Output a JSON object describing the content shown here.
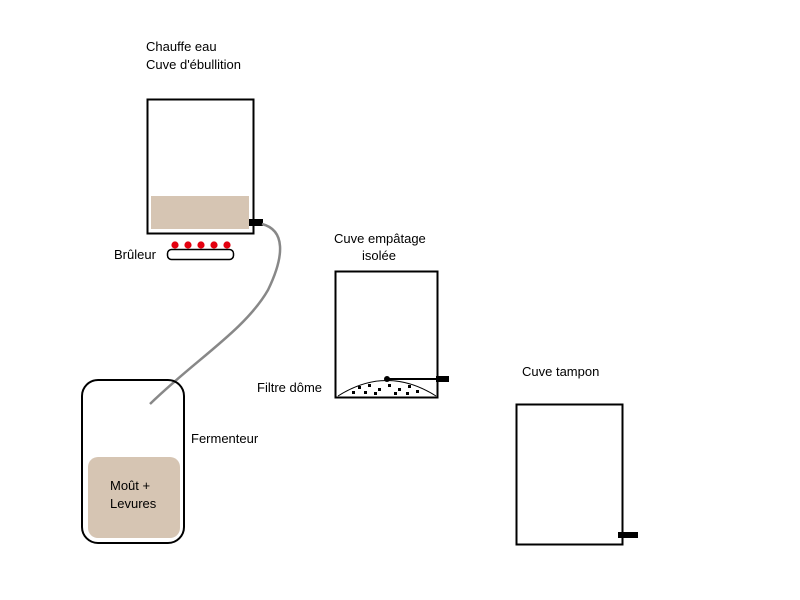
{
  "labels": {
    "boil_kettle_line1": "Chauffe eau",
    "boil_kettle_line2": "Cuve d'ébullition",
    "burner": "Brûleur",
    "mash_tun_line1": "Cuve empâtage",
    "mash_tun_line2": "isolée",
    "dome_filter": "Filtre dôme",
    "buffer_tank": "Cuve tampon",
    "fermenter": "Fermenteur",
    "wort_line1": "Moût +",
    "wort_line2": "Levures"
  },
  "colors": {
    "liquid": "#d6c5b3",
    "flame": "#e4000f",
    "hose": "#888888",
    "outline": "#000000"
  },
  "icons": {
    "burner": "burner-with-flames",
    "filter": "dome-filter",
    "hose": "siphon-hose"
  }
}
